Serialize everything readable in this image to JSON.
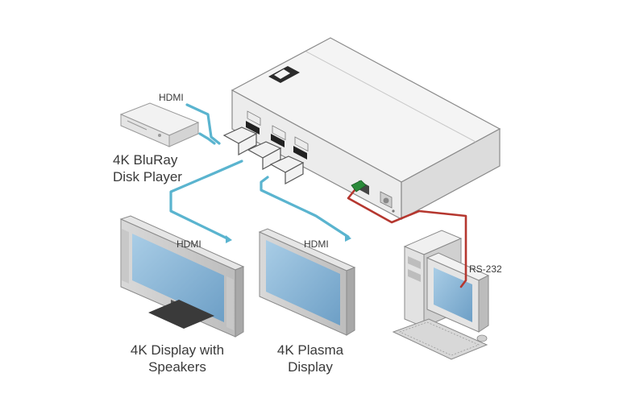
{
  "diagram": {
    "cable_labels": {
      "source_hdmi": "HDMI",
      "display1_hdmi": "HDMI",
      "display2_hdmi": "HDMI",
      "control": "RS-232"
    },
    "devices": {
      "source": {
        "line1": "4K BluRay",
        "line2": "Disk Player"
      },
      "display1": {
        "line1": "4K Display with",
        "line2": "Speakers"
      },
      "display2": {
        "line1": "4K Plasma",
        "line2": "Display"
      }
    },
    "colors": {
      "hdmi_cable": "#5ab4cf",
      "rs232_cable": "#b5372f",
      "screen": "#8fb9d8",
      "device_body": "#f3f3f3",
      "device_outline": "#8a8a8a"
    }
  }
}
